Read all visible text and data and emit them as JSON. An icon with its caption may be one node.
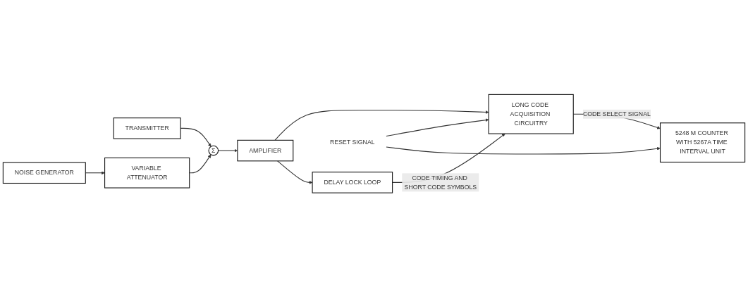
{
  "diagram": {
    "nodes": [
      {
        "text": [
          "TRANSMITTER"
        ]
      },
      {
        "text": [
          "NOISE GENERATOR"
        ]
      },
      {
        "text": [
          "VARIABLE ATTENUATOR"
        ]
      },
      {
        "text": [
          "Σ"
        ]
      },
      {
        "text": [
          "AMPLIFIER"
        ]
      },
      {
        "text": [
          "LONG CODE ACQUISITION CIRCUITRY"
        ]
      },
      {
        "text": [
          "5248 M COUNTER WITH 5267A TIME INTERVAL UNIT"
        ]
      },
      {
        "text": [
          "DELAY LOCK LOOP"
        ]
      },
      {
        "text": [
          "RESET SIGNAL"
        ]
      }
    ],
    "edges": [
      {
        "from": 0,
        "to": 3,
        "arrow": "to"
      },
      {
        "from": 1,
        "to": 2,
        "arrow": "to"
      },
      {
        "from": 2,
        "to": 3,
        "arrow": "to"
      },
      {
        "from": 3,
        "to": 4,
        "arrow": "to"
      },
      {
        "from": 4,
        "to": 5,
        "arrow": "to"
      },
      {
        "from": 4,
        "to": 7,
        "arrow": "to"
      },
      {
        "from": 7,
        "to": 5,
        "arrow": "to",
        "label": "CODE TIMING AND SHORT CODE SYMBOLS"
      },
      {
        "from": 8,
        "to": 5,
        "arrow": "to"
      },
      {
        "from": 8,
        "to": 6,
        "arrow": "to"
      },
      {
        "from": 5,
        "to": 6,
        "arrow": "to",
        "label": "CODE SELECT SIGNAL"
      }
    ]
  }
}
